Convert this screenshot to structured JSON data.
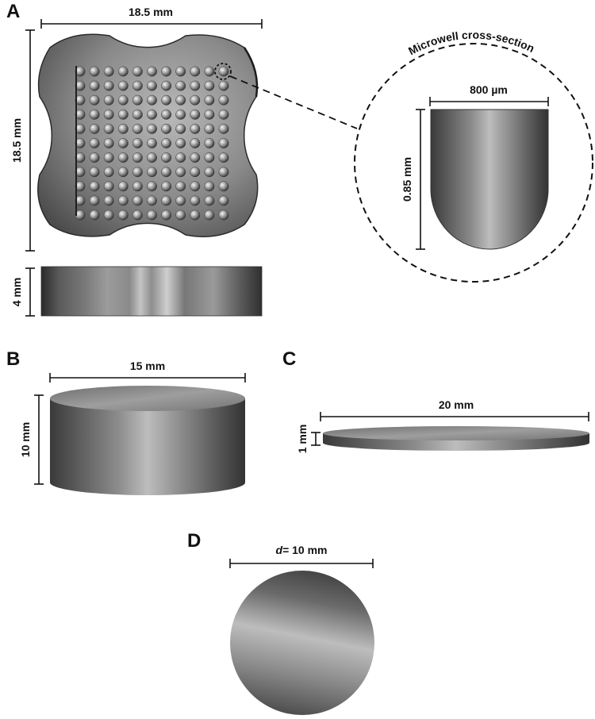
{
  "panels": {
    "a": {
      "label": "A",
      "scaffold_width": "18.5 mm",
      "scaffold_height": "18.5 mm",
      "side_thickness": "4 mm",
      "inset_title": "Microwell cross-section",
      "microwell_width": "800 µm",
      "microwell_depth": "0.85 mm",
      "well_rows": 11,
      "well_cols": 11
    },
    "b": {
      "label": "B",
      "diameter": "15 mm",
      "height": "10 mm"
    },
    "c": {
      "label": "C",
      "diameter": "20 mm",
      "thickness": "1 mm"
    },
    "d": {
      "label": "D",
      "diameter_symbol": "d",
      "diameter_value": "= 10 mm"
    }
  }
}
